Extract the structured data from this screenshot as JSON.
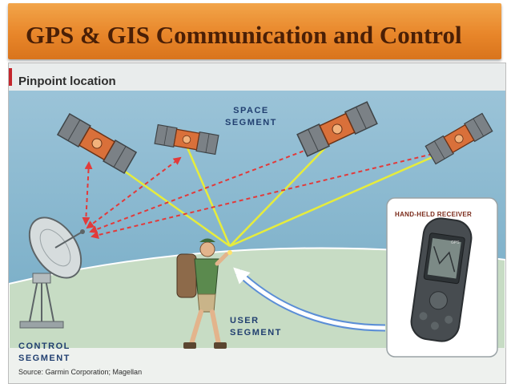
{
  "slide": {
    "title": "GPS & GIS Communication and Control"
  },
  "figure": {
    "title": "Pinpoint location",
    "space_segment": [
      "SPACE",
      "SEGMENT"
    ],
    "user_segment": [
      "USER",
      "SEGMENT"
    ],
    "control_segment": [
      "CONTROL",
      "SEGMENT"
    ],
    "receiver_label": "HAND-HELD RECEIVER",
    "receiver_screen": "GPS",
    "source": "Source: Garmin Corporation; Magellan"
  },
  "colors": {
    "header_orange": "#e8862a",
    "title_brown": "#4a1f06",
    "signal_yellow": "#e6ec3c",
    "control_link_red": "#e23a3a",
    "user_arrow_blue": "#5b8ed6",
    "sky_blue": "#7fb3cc",
    "ground_green": "#c7dcc4"
  }
}
